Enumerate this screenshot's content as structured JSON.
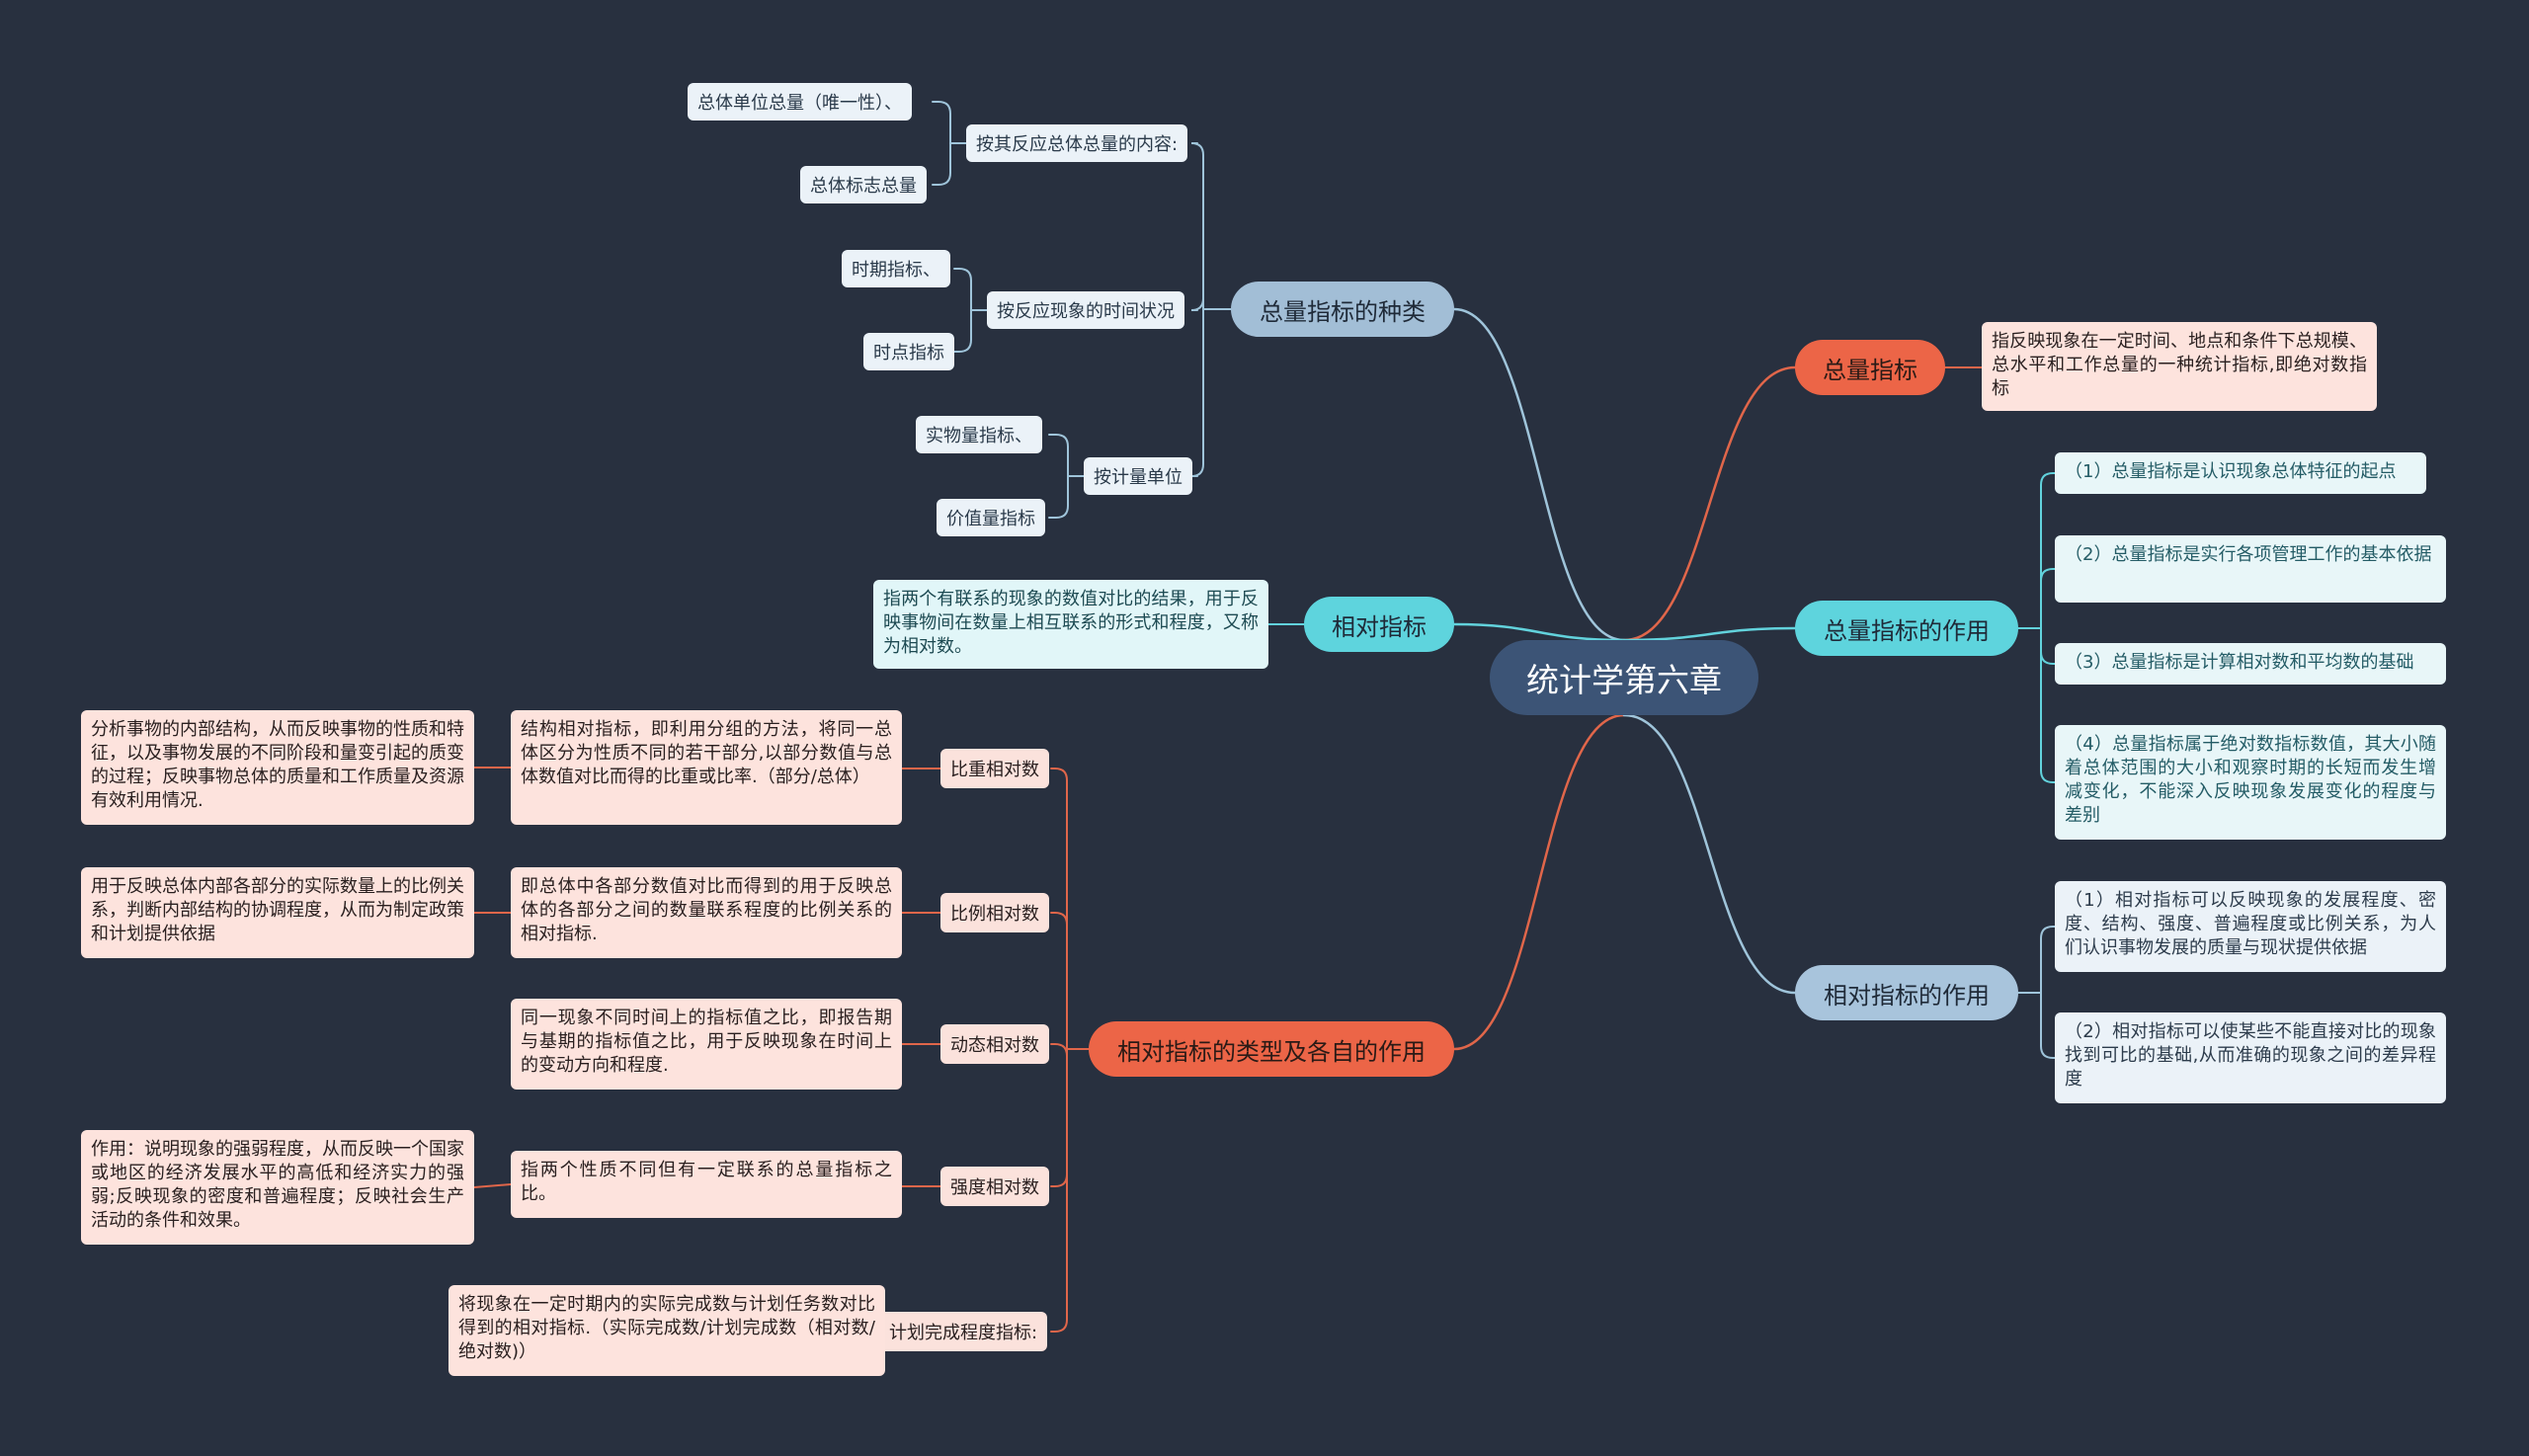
{
  "root": {
    "label": "统计学第六章"
  },
  "branches": {
    "kinds": {
      "label": "总量指标的种类",
      "groups": [
        {
          "label": "按其反应总体总量的内容:",
          "items": [
            "总体单位总量（唯一性）、",
            "总体标志总量"
          ]
        },
        {
          "label": "按反应现象的时间状况",
          "items": [
            "时期指标、",
            "时点指标"
          ]
        },
        {
          "label": "按计量单位",
          "items": [
            "实物量指标、",
            "价值量指标"
          ]
        }
      ]
    },
    "relative": {
      "label": "相对指标",
      "definition": "指两个有联系的现象的数值对比的结果，用于反映事物间在数量上相互联系的形式和程度，又称为相对数。"
    },
    "types": {
      "label": "相对指标的类型及各自的作用",
      "items": [
        {
          "label": "比重相对数",
          "definition": "结构相对指标，即利用分组的方法，将同一总体区分为性质不同的若干部分,以部分数值与总体数值对比而得的比重或比率.（部分/总体）",
          "role": "分析事物的内部结构，从而反映事物的性质和特征，以及事物发展的不同阶段和量变引起的质变的过程；反映事物总体的质量和工作质量及资源有效利用情况."
        },
        {
          "label": "比例相对数",
          "definition": "即总体中各部分数值对比而得到的用于反映总体的各部分之间的数量联系程度的比例关系的相对指标.",
          "role": "用于反映总体内部各部分的实际数量上的比例关系，判断内部结构的协调程度，从而为制定政策和计划提供依据"
        },
        {
          "label": "动态相对数",
          "definition": "同一现象不同时间上的指标值之比，即报告期与基期的指标值之比，用于反映现象在时间上的变动方向和程度.",
          "role": ""
        },
        {
          "label": "强度相对数",
          "definition": "指两个性质不同但有一定联系的总量指标之比。",
          "role": "作用：说明现象的强弱程度，从而反映一个国家或地区的经济发展水平的高低和经济实力的强弱;反映现象的密度和普遍程度；反映社会生产活动的条件和效果。"
        },
        {
          "label": "计划完成程度指标:",
          "definition": "将现象在一定时期内的实际完成数与计划任务数对比得到的相对指标.（实际完成数/计划完成数（相对数/绝对数)）",
          "role": ""
        }
      ]
    },
    "total": {
      "label": "总量指标",
      "definition": "指反映现象在一定时间、地点和条件下总规模、总水平和工作总量的一种统计指标,即绝对数指标"
    },
    "total_role": {
      "label": "总量指标的作用",
      "items": [
        "（1）总量指标是认识现象总体特征的起点",
        "（2）总量指标是实行各项管理工作的基本依据",
        "（3）总量指标是计算相对数和平均数的基础",
        "（4）总量指标属于绝对数指标数值，其大小随着总体范围的大小和观察时期的长短而发生增减变化，不能深入反映现象发展变化的程度与差别"
      ]
    },
    "relative_role": {
      "label": "相对指标的作用",
      "items": [
        "（1）相对指标可以反映现象的发展程度、密度、结构、强度、普遍程度或比例关系，为人们认识事物发展的质量与现状提供依据",
        "（2）相对指标可以使某些不能直接对比的现象找到可比的基础,从而准确的现象之间的差异程度"
      ]
    }
  },
  "colors": {
    "background": "#28303f",
    "root": "#3c5476",
    "link_blue": "#9fc4da",
    "link_red": "#e0664a",
    "link_cyan": "#62d2dc"
  }
}
